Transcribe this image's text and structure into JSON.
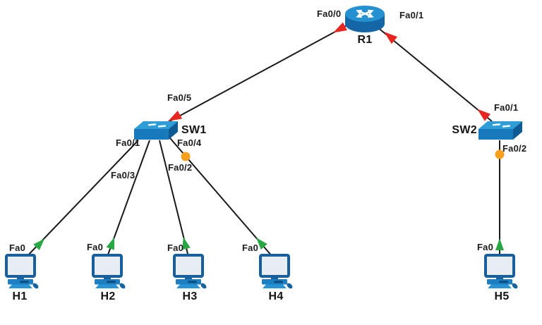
{
  "diagram_type": "network-topology",
  "colors": {
    "background": "#ffffff",
    "link_line": "#1a1a1a",
    "device_blue": "#1b7ec2",
    "device_blue_light": "#2e9ed8",
    "device_blue_dark": "#0e5a92",
    "screen_gray": "#e7edf2",
    "red_arrow": "#e8251f",
    "green_arrow": "#27a844",
    "orange_dot": "#f7a01d",
    "label_text": "#1c1c1c"
  },
  "devices": {
    "r1": {
      "label": "R1",
      "type": "router"
    },
    "sw1": {
      "label": "SW1",
      "type": "switch"
    },
    "sw2": {
      "label": "SW2",
      "type": "switch"
    },
    "h1": {
      "label": "H1",
      "type": "host"
    },
    "h2": {
      "label": "H2",
      "type": "host"
    },
    "h3": {
      "label": "H3",
      "type": "host"
    },
    "h4": {
      "label": "H4",
      "type": "host"
    },
    "h5": {
      "label": "H5",
      "type": "host"
    }
  },
  "interface_labels": {
    "r1_to_sw1": "Fa0/0",
    "r1_to_sw2": "Fa0/1",
    "sw1_to_r1": "Fa0/5",
    "sw1_to_h1": "Fa0/1",
    "sw1_to_h2": "Fa0/3",
    "sw1_to_h3": "Fa0/2",
    "sw1_to_h4": "Fa0/4",
    "sw2_to_r1": "Fa0/1",
    "sw2_to_h5": "Fa0/2",
    "h1_uplink": "Fa0",
    "h2_uplink": "Fa0",
    "h3_uplink": "Fa0",
    "h4_uplink": "Fa0",
    "h5_uplink": "Fa0"
  },
  "links": [
    {
      "from": "R1",
      "to": "SW1",
      "arrows": "red",
      "arrow_count": 2,
      "orange_dot": false
    },
    {
      "from": "R1",
      "to": "SW2",
      "arrows": "red",
      "arrow_count": 2,
      "orange_dot": false
    },
    {
      "from": "SW1",
      "to": "H1",
      "arrows": "green",
      "arrow_count": 1,
      "orange_dot": false
    },
    {
      "from": "SW1",
      "to": "H2",
      "arrows": "green",
      "arrow_count": 1,
      "orange_dot": false
    },
    {
      "from": "SW1",
      "to": "H3",
      "arrows": "green",
      "arrow_count": 1,
      "orange_dot": false
    },
    {
      "from": "SW1",
      "to": "H4",
      "arrows": "green",
      "arrow_count": 1,
      "orange_dot": true
    },
    {
      "from": "SW2",
      "to": "H5",
      "arrows": "green",
      "arrow_count": 1,
      "orange_dot": true
    }
  ]
}
